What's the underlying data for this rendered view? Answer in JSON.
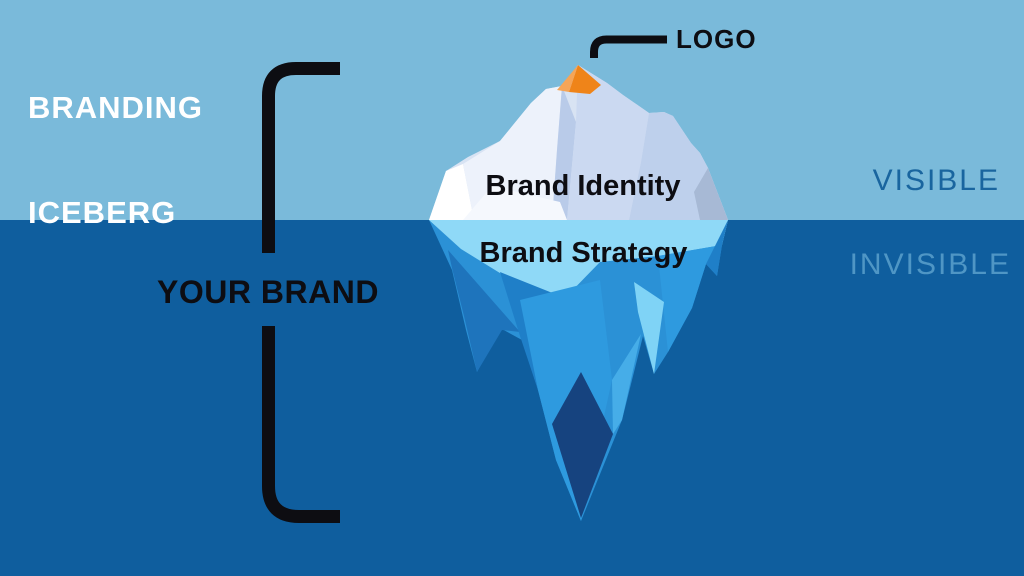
{
  "title": {
    "line1": "BRANDING",
    "line2": "ICEBERG"
  },
  "labels": {
    "logo": "LOGO",
    "brand_identity": "Brand Identity",
    "brand_strategy": "Brand Strategy",
    "visible": "VISIBLE",
    "invisible": "INVISIBLE",
    "your_brand": "YOUR BRAND"
  },
  "colors": {
    "sky": "#7ABADA",
    "water": "#0F5E9E",
    "line_black": "#0D0D12",
    "title_text": "#FFFFFF",
    "label_black": "#0D0D12",
    "visible_text": "#19659F",
    "invisible_text": "#4F96C5",
    "iceberg": {
      "above_base": "#D8E3F3",
      "above_white": "#FFFFFF",
      "above_light": "#EDF2FB",
      "above_crevasse": "#B9CBE9",
      "above_right": "#CBD9F1",
      "above_far_right": "#BED0EC",
      "above_shadow": "#A7B9D5",
      "above_band": "#F5F8FD",
      "peak_orange_light": "#F5A558",
      "peak_orange": "#EF8419",
      "below_base": "#2B91D6",
      "below_cyan": "#8FD9F7",
      "below_cyan2": "#7FD3F6",
      "below_dark": "#1E74BC",
      "below_bright": "#2E9ADF",
      "below_mid": "#1F7FC8",
      "below_navy": "#16437F",
      "below_accent": "#46ADE8"
    }
  }
}
